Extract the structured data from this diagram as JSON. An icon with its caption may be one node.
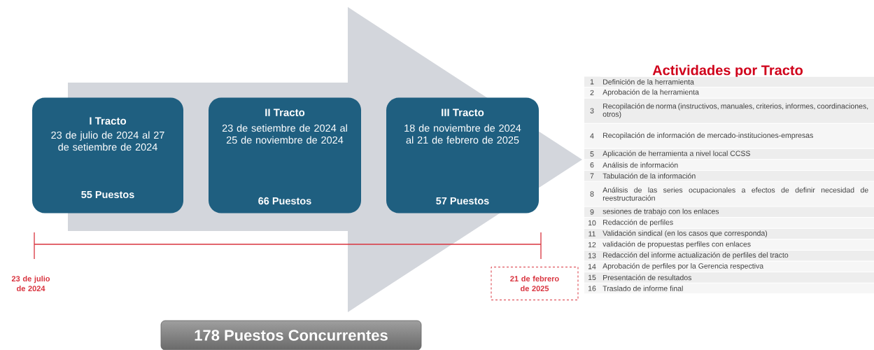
{
  "diagram": {
    "nodes": [
      {
        "text": [
          "I Tracto",
          "23 de julio de 2024 al 27 de setiembre de 2024",
          "55 Puestos"
        ]
      },
      {
        "text": [
          "II Tracto",
          "23 de setiembre de 2024 al 25 de noviembre de 2024",
          "66 Puestos"
        ]
      },
      {
        "text": [
          "III Tracto",
          "18 de noviembre de 2024 al 21 de febrero de 2025",
          "57 Puestos"
        ]
      },
      {
        "text": [
          "21 de febrero de 2025"
        ]
      },
      {
        "text": [
          "178 Puestos Concurrentes"
        ]
      }
    ],
    "labels": [
      "Actividades por Tracto",
      "1",
      "Definición de la herramienta",
      "2",
      "Aprobación de la herramienta",
      "3",
      "Recopilación de norma (instructivos, manuales, criterios, informes, coordinaciones, otros)",
      "4",
      "Recopilación de información de mercado-instituciones-empresas",
      "5",
      "Aplicación de herramienta a nivel local CCSS",
      "6",
      "Análisis de información",
      "7",
      "Tabulación de la información",
      "8",
      "Análisis de las series ocupacionales a efectos de definir necesidad de reestructuración",
      "9",
      "sesiones de trabajo con los enlaces",
      "10",
      "Redacción de perfiles",
      "11",
      "Validación sindical (en los casos que corresponda)",
      "12",
      "validación de propuestas perfiles con enlaces",
      "13",
      "Redacción del informe actualización de perfiles del tracto",
      "14",
      "Aprobación de perfiles por la Gerencia respectiva",
      "15",
      "Presentación de resultados",
      "16",
      "Traslado de informe final",
      "23 de julio de 2024"
    ]
  }
}
